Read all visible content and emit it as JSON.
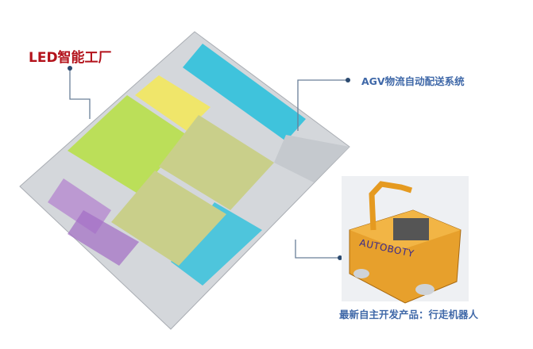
{
  "labels": {
    "factory": "LED智能工厂",
    "agv": "AGV物流自动配送系统",
    "robot": "最新自主开发产品：行走机器人"
  },
  "robot_brand": "AUTOBOTY",
  "colors": {
    "factory_label": "#b3121b",
    "callout_label": "#3f68a8",
    "leader_line": "#6a7f99",
    "floor_blue": "#3fc3dc",
    "floor_green": "#b8e04a",
    "floor_yellow": "#f0e66a",
    "robot_orange": "#e7a02c"
  }
}
